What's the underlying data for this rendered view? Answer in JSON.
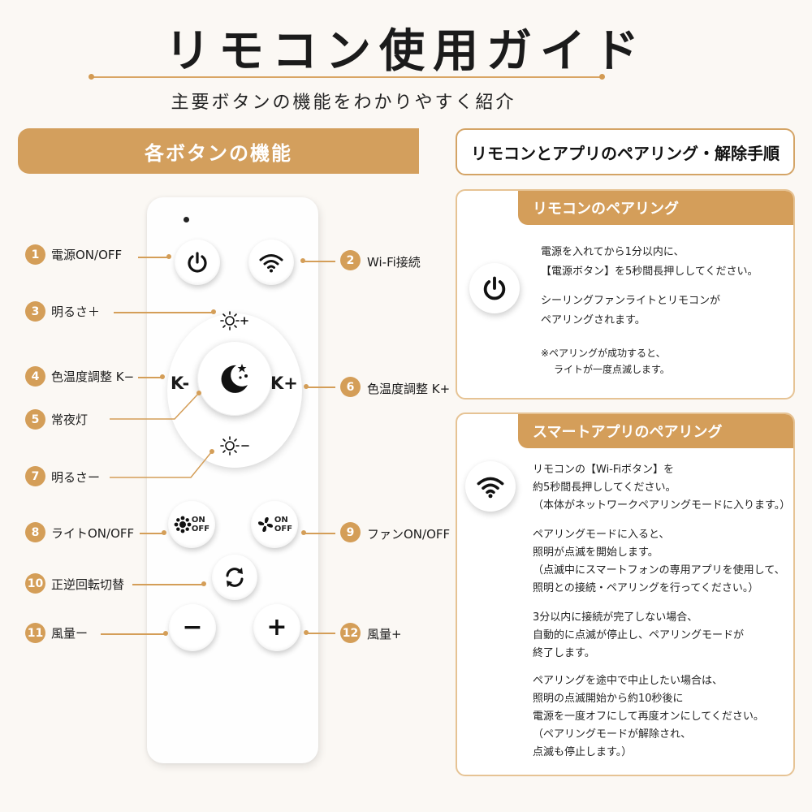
{
  "header": {
    "title": "リモコン使用ガイド",
    "subtitle": "主要ボタンの機能をわかりやすく紹介"
  },
  "left": {
    "section_title": "各ボタンの機能"
  },
  "remote": {
    "dpad_left": "K-",
    "dpad_right": "K+",
    "onoff_on": "ON",
    "onoff_off": "OFF",
    "minus": "−",
    "plus": "+"
  },
  "callouts": [
    {
      "num": "1",
      "label": "電源ON/OFF"
    },
    {
      "num": "2",
      "label": "Wi-Fi接続"
    },
    {
      "num": "3",
      "label": "明るさ＋"
    },
    {
      "num": "4",
      "label": "色温度調整 K−"
    },
    {
      "num": "5",
      "label": "常夜灯"
    },
    {
      "num": "6",
      "label": "色温度調整 K+"
    },
    {
      "num": "7",
      "label": "明るさー"
    },
    {
      "num": "8",
      "label": "ライトON/OFF"
    },
    {
      "num": "9",
      "label": "ファンON/OFF"
    },
    {
      "num": "10",
      "label": "正逆回転切替"
    },
    {
      "num": "11",
      "label": "風量ー"
    },
    {
      "num": "12",
      "label": "風量+"
    }
  ],
  "right": {
    "title": "リモコンとアプリのペアリング・解除手順",
    "card1": {
      "tab": "リモコンのペアリング",
      "paragraph1": [
        "電源を入れてから1分以内に、",
        "【電源ボタン】を5秒間長押ししてください。"
      ],
      "paragraph2": [
        "シーリングファンライトとリモコンが",
        "ペアリングされます。"
      ],
      "note": [
        "※ペアリングが成功すると、",
        "ライトが一度点滅します。"
      ]
    },
    "card2": {
      "tab": "スマートアプリのペアリング",
      "paragraph1": [
        "リモコンの【Wi-Fiボタン】を",
        "約5秒間長押ししてください。",
        "（本体がネットワークペアリングモードに入ります。）"
      ],
      "paragraph2": [
        "ペアリングモードに入ると、",
        "照明が点滅を開始します。",
        "（点滅中にスマートフォンの専用アプリを使用して、",
        "照明との接続・ペアリングを行ってください。）"
      ],
      "paragraph3": [
        "3分以内に接続が完了しない場合、",
        "自動的に点滅が停止し、ペアリングモードが",
        "終了します。"
      ],
      "paragraph4": [
        "ペアリングを途中で中止したい場合は、",
        "照明の点滅開始から約10秒後に",
        "電源を一度オフにして再度オンにしてください。",
        "（ペアリングモードが解除され、",
        "点滅も停止します。）"
      ]
    }
  },
  "colors": {
    "accent": "#d49e58",
    "background": "#fbf8f4",
    "card_border": "#e6c394"
  }
}
